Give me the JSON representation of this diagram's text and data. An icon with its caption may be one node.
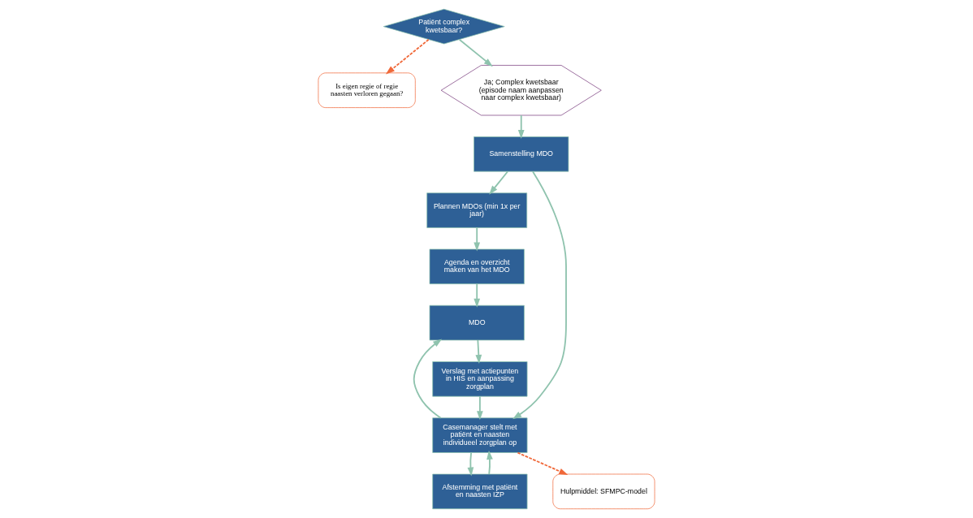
{
  "diagram": {
    "nodes": [
      {
        "text": [
          "Patiënt complex kwetsbaar?"
        ]
      },
      {
        "text": [
          "Is eigen regie of regie naasten verloren gegaan?"
        ]
      },
      {
        "text": [
          "Ja; Complex kwetsbaar (episode naam aanpassen naar complex kwetsbaar)"
        ]
      },
      {
        "text": [
          "Samenstelling MDO"
        ]
      },
      {
        "text": [
          "Plannen MDOs (min 1x per jaar)"
        ]
      },
      {
        "text": [
          "Agenda en overzicht maken van het MDO"
        ]
      },
      {
        "text": [
          "Afstemming met patiënt en naasten IZP"
        ]
      },
      {
        "text": [
          "Casemanager stelt met patiënt en naasten individueel zorgplan op"
        ]
      },
      {
        "text": [
          "MDO"
        ]
      },
      {
        "text": [
          "Hulpmiddel: SFMPC-model"
        ]
      },
      {
        "text": [
          "Verslag met actiepunten in HIS en aanpassing zorgplan"
        ]
      }
    ],
    "edges": [
      {
        "from": 0,
        "to": 1,
        "arrow": "to",
        "style": "dashed",
        "color": "#f0693a"
      },
      {
        "from": 0,
        "to": 2,
        "arrow": "to"
      },
      {
        "from": 2,
        "to": 3,
        "arrow": "to"
      },
      {
        "from": 3,
        "to": 4,
        "arrow": "to"
      },
      {
        "from": 4,
        "to": 5,
        "arrow": "to"
      },
      {
        "from": 3,
        "to": 7,
        "arrow": "to"
      },
      {
        "from": 7,
        "to": 6,
        "arrow": "to"
      },
      {
        "from": 6,
        "to": 7,
        "arrow": "to"
      },
      {
        "from": 7,
        "to": 8,
        "arrow": "to"
      },
      {
        "from": 5,
        "to": 8,
        "arrow": "to"
      },
      {
        "from": 8,
        "to": 10,
        "arrow": "to"
      },
      {
        "from": 10,
        "to": 7,
        "arrow": "to"
      },
      {
        "from": 7,
        "to": 9,
        "arrow": "to",
        "style": "dashed",
        "color": "#f0693a"
      }
    ]
  }
}
